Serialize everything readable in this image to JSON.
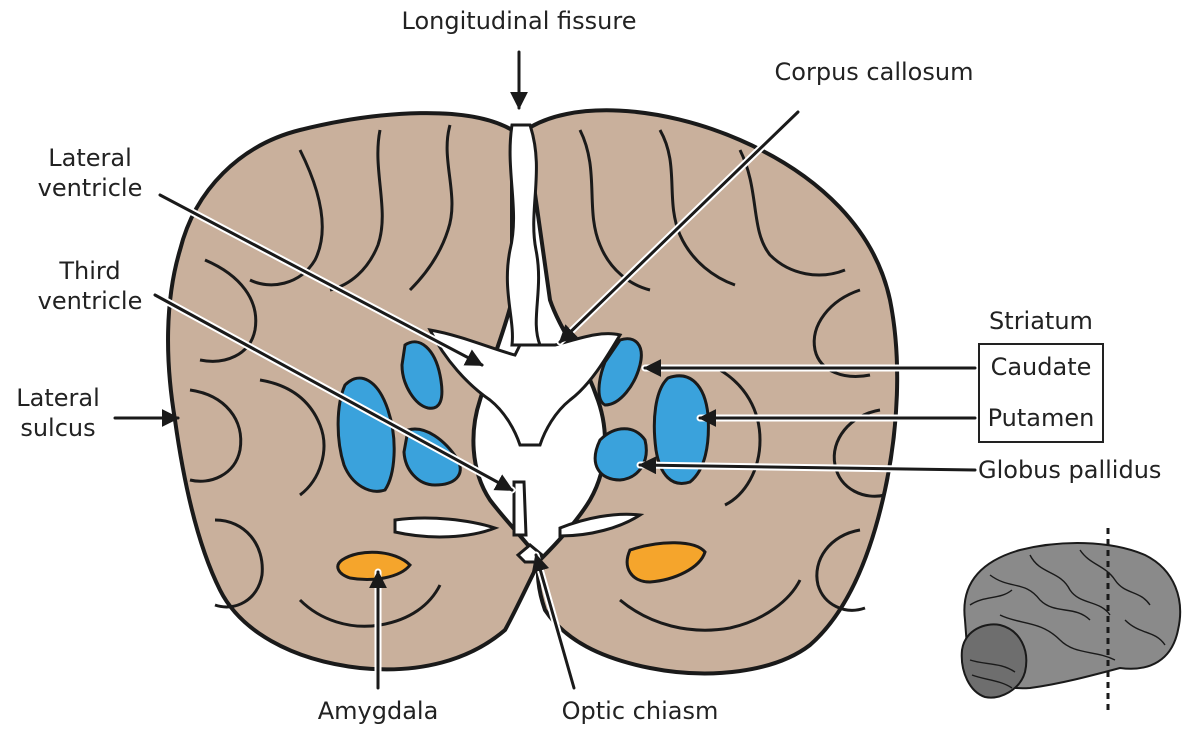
{
  "labels": {
    "longitudinal_fissure": "Longitudinal fissure",
    "corpus_callosum": "Corpus callosum",
    "lateral_ventricle_1": "Lateral",
    "lateral_ventricle_2": "ventricle",
    "third_ventricle_1": "Third",
    "third_ventricle_2": "ventricle",
    "lateral_sulcus_1": "Lateral",
    "lateral_sulcus_2": "sulcus",
    "striatum": "Striatum",
    "caudate": "Caudate",
    "putamen": "Putamen",
    "globus_pallidus": "Globus pallidus",
    "amygdala": "Amygdala",
    "optic_chiasm": "Optic chiasm"
  },
  "colors": {
    "tissue": "#c9b09c",
    "outline": "#1a1a1a",
    "striatum_blue": "#3aa2dc",
    "amygdala_orange": "#f5a52c",
    "inset_brain": "#8a8a8a",
    "background": "#ffffff"
  }
}
